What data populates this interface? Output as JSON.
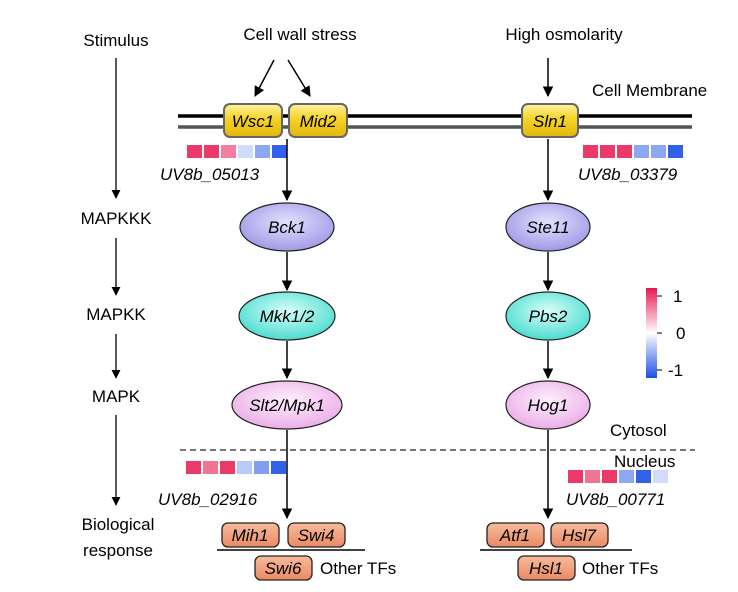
{
  "stimulus_column": {
    "stimulus": "Stimulus",
    "mapkkk": "MAPKKK",
    "mapkk": "MAPKK",
    "mapk": "MAPK",
    "biological": "Biological",
    "response": "response"
  },
  "cell_wall_pathway": {
    "stimulus": "Cell wall stress",
    "sensors": [
      "Wsc1",
      "Mid2"
    ],
    "heatmap_id": "UV8b_05013",
    "heatmap_values": [
      0.85,
      0.85,
      0.55,
      -0.2,
      -0.5,
      -0.9
    ],
    "mapkkk": "Bck1",
    "mapkk": "Mkk1/2",
    "mapk": "Slt2/Mpk1",
    "nuclear_heatmap_id": "UV8b_02916",
    "nuclear_heatmap_values": [
      0.85,
      0.6,
      0.85,
      -0.3,
      -0.55,
      -0.9
    ],
    "tfs": [
      "Mih1",
      "Swi4",
      "Swi6"
    ],
    "other_tfs": "Other TFs"
  },
  "osmolarity_pathway": {
    "stimulus": "High osmolarity",
    "sensor": "Sln1",
    "membrane_label": "Cell Membrane",
    "heatmap_id": "UV8b_03379",
    "heatmap_values": [
      0.85,
      0.85,
      0.85,
      -0.5,
      -0.5,
      -0.9
    ],
    "mapkkk": "Ste11",
    "mapkk": "Pbs2",
    "mapk": "Hog1",
    "nuclear_heatmap_id": "UV8b_00771",
    "nuclear_heatmap_values": [
      0.85,
      0.6,
      0.85,
      -0.5,
      -0.9,
      -0.2
    ],
    "tfs": [
      "Atf1",
      "Hsl7",
      "Hsl1"
    ],
    "other_tfs": "Other TFs"
  },
  "compartments": {
    "cytosol": "Cytosol",
    "nucleus": "Nucleus"
  },
  "color_scale": {
    "max": "1",
    "mid": "0",
    "min": "-1",
    "high_color": "#e8174f",
    "mid_color": "#ffffff",
    "low_color": "#1a4fe6"
  },
  "colors": {
    "sensor_fill": "#f5d327",
    "mapkkk_fill": "#a9a3e8",
    "mapkk_fill": "#5de5d8",
    "mapk_fill": "#f2b3ef",
    "tf_fill": "#f09a76"
  }
}
